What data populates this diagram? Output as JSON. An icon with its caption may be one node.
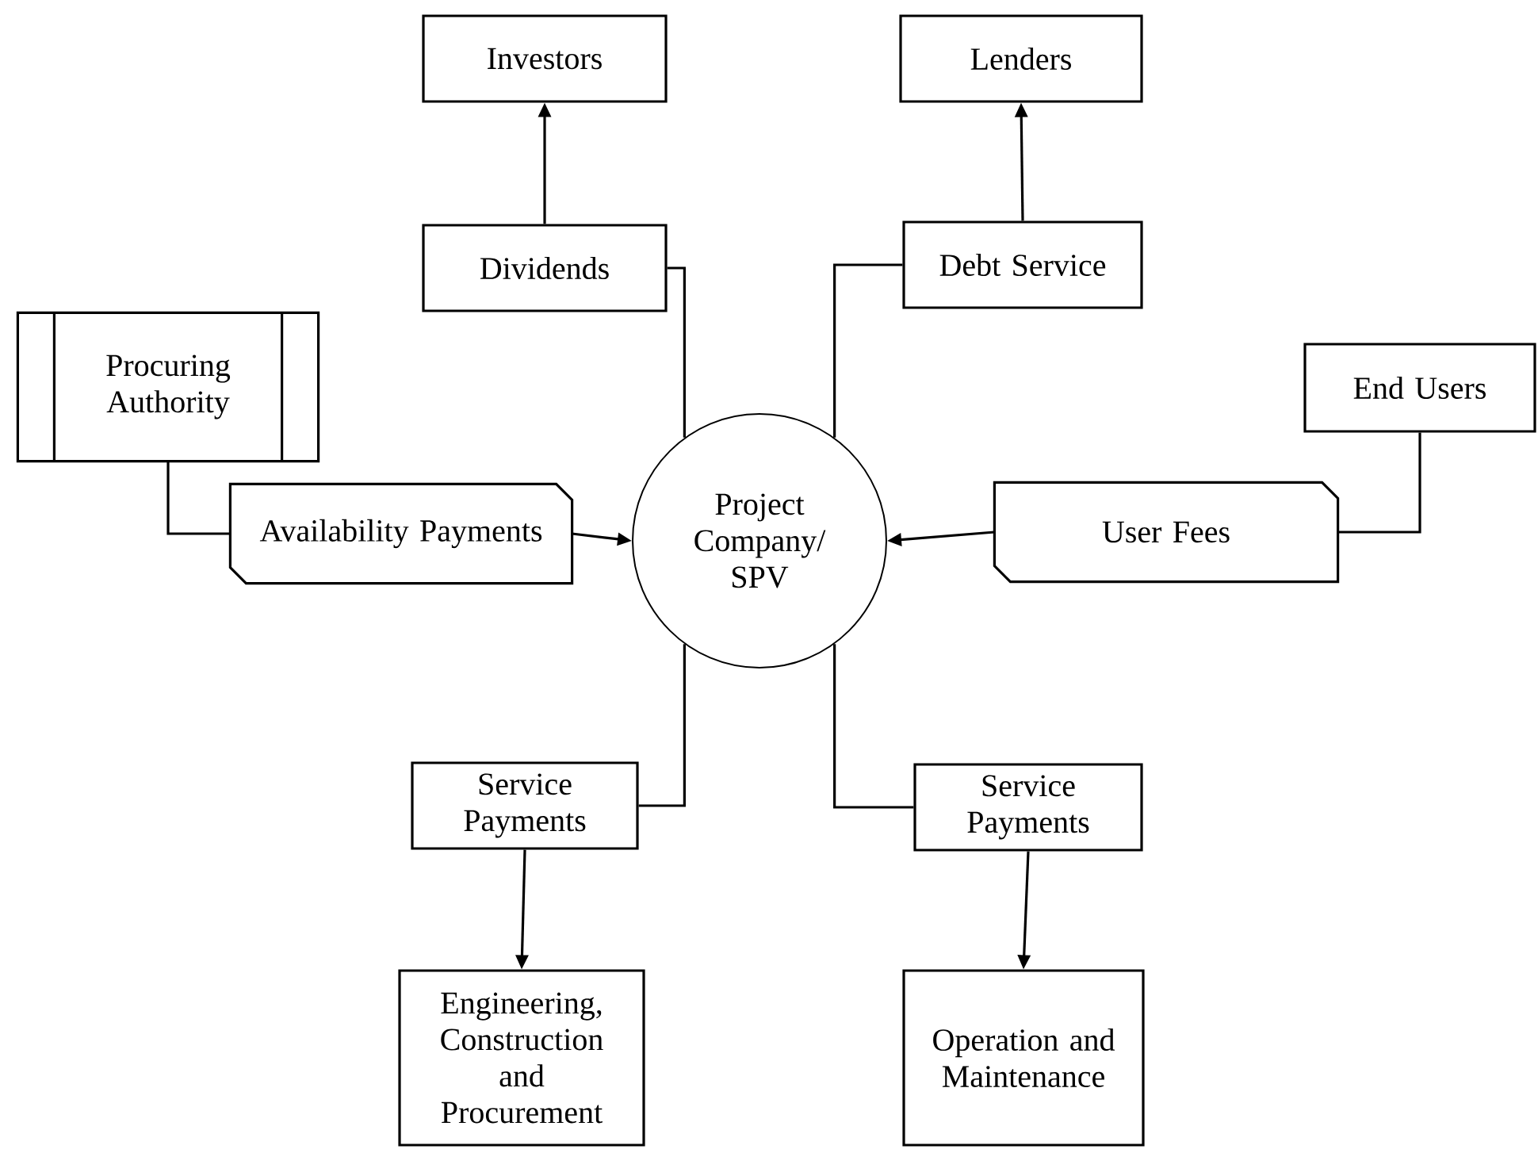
{
  "diagram": {
    "nodes": [
      {
        "text": [
          "Investors"
        ]
      },
      {
        "text": [
          "Lenders"
        ]
      },
      {
        "text": [
          "Dividends"
        ]
      },
      {
        "text": [
          "Debt Service"
        ]
      },
      {
        "text": [
          "Procuring Authority"
        ]
      },
      {
        "text": [
          "End Users"
        ]
      },
      {
        "text": [
          "Availability Payments"
        ]
      },
      {
        "text": [
          "Project Company/ SPV"
        ]
      },
      {
        "text": [
          "User Fees"
        ]
      },
      {
        "text": [
          "Service Payments"
        ]
      },
      {
        "text": [
          "Service Payments"
        ]
      },
      {
        "text": [
          "Engineering, Construction and Procurement"
        ]
      },
      {
        "text": [
          "Operation and Maintenance"
        ]
      }
    ],
    "edges": [
      {
        "from": 7,
        "to": 2,
        "arrow": "none"
      },
      {
        "from": 7,
        "to": 3,
        "arrow": "none"
      },
      {
        "from": 2,
        "to": 0,
        "arrow": "to"
      },
      {
        "from": 3,
        "to": 1,
        "arrow": "to"
      },
      {
        "from": 4,
        "to": 6,
        "arrow": "none"
      },
      {
        "from": 6,
        "to": 7,
        "arrow": "to"
      },
      {
        "from": 5,
        "to": 8,
        "arrow": "none"
      },
      {
        "from": 8,
        "to": 7,
        "arrow": "to"
      },
      {
        "from": 7,
        "to": 9,
        "arrow": "none"
      },
      {
        "from": 7,
        "to": 10,
        "arrow": "none"
      },
      {
        "from": 9,
        "to": 11,
        "arrow": "to"
      },
      {
        "from": 10,
        "to": 12,
        "arrow": "to"
      }
    ]
  }
}
